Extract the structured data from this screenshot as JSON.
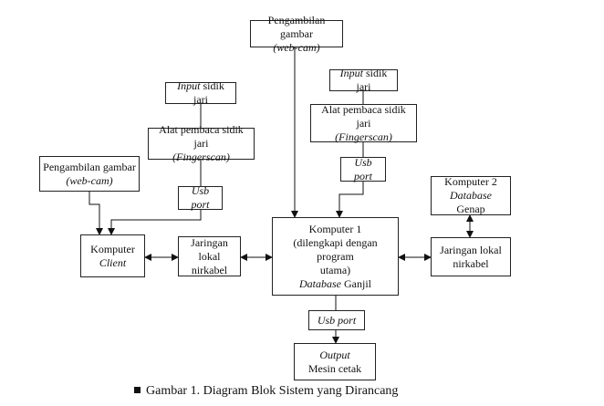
{
  "diagram": {
    "webcam_top": {
      "line1": "Pengambilan gambar",
      "line2": "(web-cam)"
    },
    "input_left": {
      "italic": "Input",
      "rest": " sidik jari"
    },
    "reader_left": {
      "line1": "Alat pembaca sidik jari",
      "line2": "(Fingerscan)"
    },
    "webcam_left": {
      "line1": "Pengambilan gambar",
      "line2": "(web-cam)"
    },
    "usb_left": {
      "label": "Usb port"
    },
    "client": {
      "line1": "Komputer",
      "line2": "Client"
    },
    "net_left": {
      "line1": "Jaringan lokal",
      "line2": "nirkabel"
    },
    "input_right": {
      "italic": "Input",
      "rest": " sidik jari"
    },
    "reader_right": {
      "line1": "Alat pembaca sidik jari",
      "line2": "(Fingerscan)"
    },
    "usb_right": {
      "label": "Usb port"
    },
    "komputer1": {
      "line1": "Komputer 1",
      "line2": "(dilengkapi dengan program",
      "line3": "utama)",
      "line4_italic": "Database",
      "line4_rest": " Ganjil"
    },
    "komputer2": {
      "line1": "Komputer 2",
      "line2_italic": "Database",
      "line2_rest": " Genap"
    },
    "net_right": {
      "line1": "Jaringan lokal",
      "line2": "nirkabel"
    },
    "usb_bottom": {
      "label": "Usb port"
    },
    "output": {
      "line1": "Output",
      "line2": "Mesin cetak"
    }
  },
  "caption": "Gambar 1. Diagram Blok Sistem yang Dirancang"
}
